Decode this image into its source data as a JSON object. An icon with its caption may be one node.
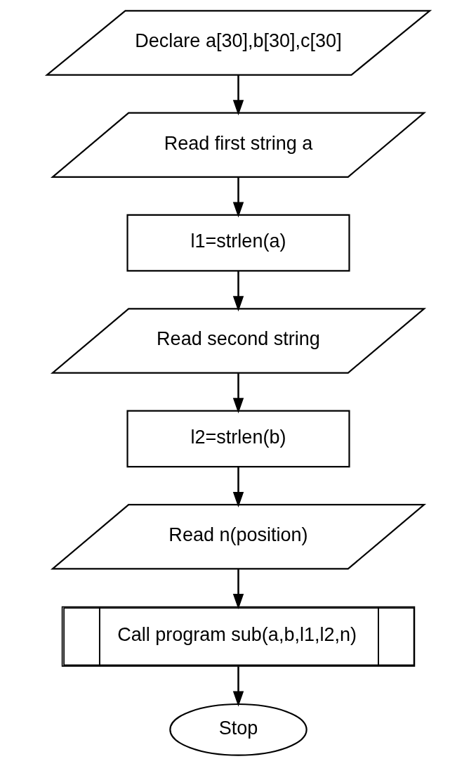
{
  "diagram": {
    "nodes": [
      {
        "text": [
          "Declare a[30],b[30],c[30]"
        ]
      },
      {
        "text": [
          "Read first string a"
        ]
      },
      {
        "text": [
          "l1=strlen(a)"
        ]
      },
      {
        "text": [
          "Read second string"
        ]
      },
      {
        "text": [
          "l2=strlen(b)"
        ]
      },
      {
        "text": [
          "Read n(position)"
        ]
      },
      {
        "text": [
          "Call program sub(a,b,l1,l2,n)"
        ]
      },
      {
        "text": [
          "Stop"
        ]
      }
    ],
    "edges": [
      {
        "from": 0,
        "to": 1,
        "arrow": "to"
      },
      {
        "from": 1,
        "to": 2,
        "arrow": "to"
      },
      {
        "from": 2,
        "to": 3,
        "arrow": "to"
      },
      {
        "from": 3,
        "to": 4,
        "arrow": "to"
      },
      {
        "from": 4,
        "to": 5,
        "arrow": "to"
      },
      {
        "from": 5,
        "to": 6,
        "arrow": "to"
      },
      {
        "from": 6,
        "to": 7,
        "arrow": "to"
      }
    ]
  }
}
